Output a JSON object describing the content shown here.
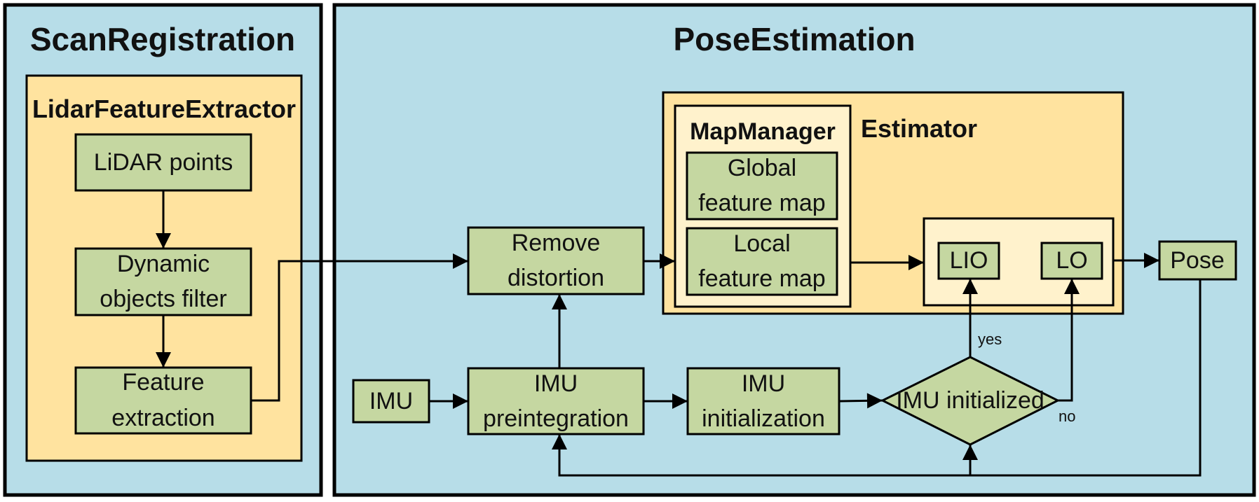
{
  "panels": {
    "scan_registration": "ScanRegistration",
    "pose_estimation": "PoseEstimation"
  },
  "groups": {
    "lidar_feature_extractor": "LidarFeatureExtractor",
    "estimator": "Estimator",
    "map_manager": "MapManager"
  },
  "nodes": {
    "lidar_points": [
      "LiDAR points"
    ],
    "dynamic_filter": [
      "Dynamic",
      "objects filter"
    ],
    "feature_extraction": [
      "Feature",
      "extraction"
    ],
    "remove_distortion": [
      "Remove",
      "distortion"
    ],
    "imu": [
      "IMU"
    ],
    "imu_preintegration": [
      "IMU",
      "preintegration"
    ],
    "imu_initialization": [
      "IMU",
      "initialization"
    ],
    "imu_initialized": [
      "IMU initialized"
    ],
    "global_map": [
      "Global",
      "feature map"
    ],
    "local_map": [
      "Local",
      "feature map"
    ],
    "lio": [
      "LIO"
    ],
    "lo": [
      "LO"
    ],
    "pose": [
      "Pose"
    ]
  },
  "edge_labels": {
    "yes": "yes",
    "no": "no"
  },
  "colors": {
    "panel": "#b7dde8",
    "group": "#ffe39f",
    "subgroup": "#fff2cc",
    "node": "#c5d7a1",
    "stroke": "#000000"
  }
}
